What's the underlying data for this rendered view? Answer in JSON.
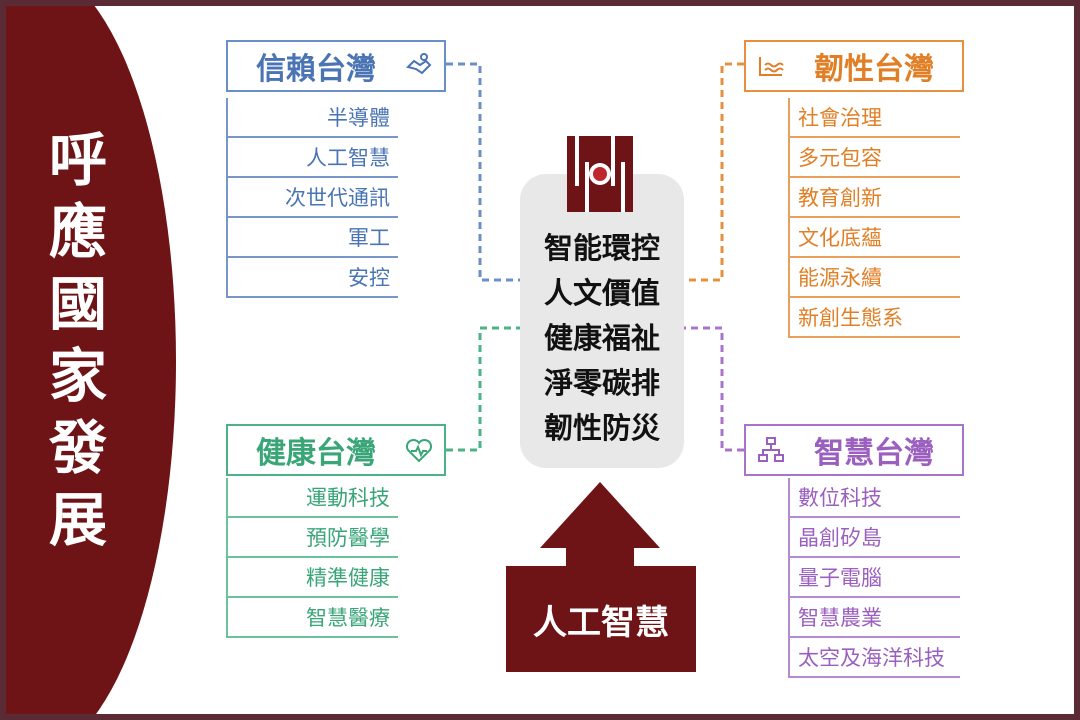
{
  "side_title": [
    "呼",
    "應",
    "國",
    "家",
    "發",
    "展"
  ],
  "trust": {
    "title": "信賴台灣",
    "items": [
      "半導體",
      "人工智慧",
      "次世代通訊",
      "軍工",
      "安控"
    ]
  },
  "health": {
    "title": "健康台灣",
    "items": [
      "運動科技",
      "預防醫學",
      "精準健康",
      "智慧醫療"
    ]
  },
  "resilient": {
    "title": "韌性台灣",
    "items": [
      "社會治理",
      "多元包容",
      "教育創新",
      "文化底蘊",
      "能源永續",
      "新創生態系"
    ]
  },
  "smart": {
    "title": "智慧台灣",
    "items": [
      "數位科技",
      "晶創矽島",
      "量子電腦",
      "智慧農業",
      "太空及海洋科技"
    ]
  },
  "center": {
    "lines": [
      "智能環控",
      "人文價值",
      "健康福祉",
      "淨零碳排",
      "韌性防災"
    ]
  },
  "foundation": {
    "label": "人工智慧"
  },
  "colors": {
    "maroon": "#6e1417",
    "blue": "#4a74b4",
    "green": "#3aa678",
    "orange": "#e07f25",
    "purple": "#9b5fbf"
  }
}
